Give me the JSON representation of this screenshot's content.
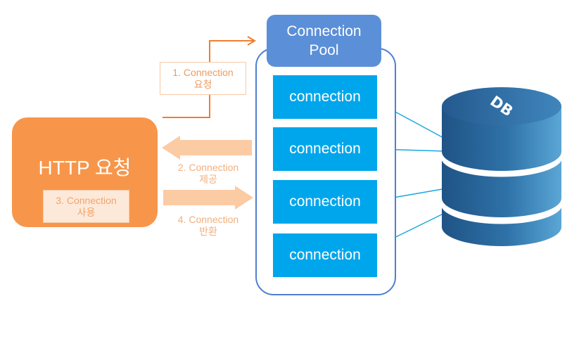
{
  "http_request": {
    "title": "HTTP 요청",
    "use_label_line1": "3. Connection",
    "use_label_line2": "사용"
  },
  "steps": {
    "request_line1": "1. Connection",
    "request_line2": "요청",
    "provide_line1": "2. Connection",
    "provide_line2": "제공",
    "return_line1": "4. Connection",
    "return_line2": "반환"
  },
  "pool": {
    "title_line1": "Connection",
    "title_line2": "Pool",
    "connections": [
      "connection",
      "connection",
      "connection",
      "connection"
    ]
  },
  "database": {
    "label": "DB"
  },
  "colors": {
    "http_box": "#f7964a",
    "step_arrow_light": "#fbcba4",
    "request_arrow": "#f07e2c",
    "pool_header": "#5b8fd8",
    "pool_border": "#4f7fd0",
    "connection_box": "#00a6eb",
    "link_line": "#1aa7e0",
    "db_body": "#2f6fa3"
  }
}
